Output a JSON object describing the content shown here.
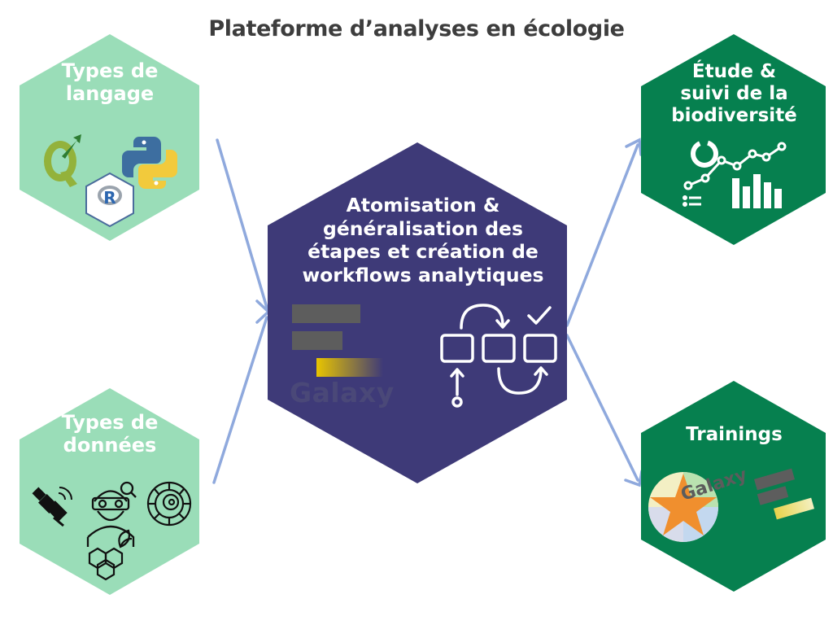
{
  "title": "Plateforme d’analyses en écologie",
  "nodes": {
    "langage": {
      "lines": [
        "Types de",
        "langage"
      ],
      "color": "#9addb8"
    },
    "donnees": {
      "lines": [
        "Types de",
        "données"
      ],
      "color": "#9addb8"
    },
    "center": {
      "lines": [
        "Atomisation &",
        "généralisation des",
        "étapes et création de",
        "workflows analytiques"
      ],
      "color": "#3e3a78",
      "logo_text": "Galaxy"
    },
    "etude": {
      "lines": [
        "Étude &",
        "suivi de la",
        "biodiversité"
      ],
      "color": "#06804f"
    },
    "trainings": {
      "lines": [
        "Trainings"
      ],
      "color": "#06804f",
      "logo_text": "Galaxy"
    }
  },
  "arrow_color": "#8fa9dd",
  "icons": [
    "qgis-icon",
    "python-icon",
    "r-package-icon",
    "satellite-icon",
    "vr-scientist-icon",
    "ammonite-fossil-icon",
    "molecule-leaf-icon",
    "galaxy-logo",
    "workflow-icon",
    "chart-icon",
    "galaxy-training-logo"
  ]
}
